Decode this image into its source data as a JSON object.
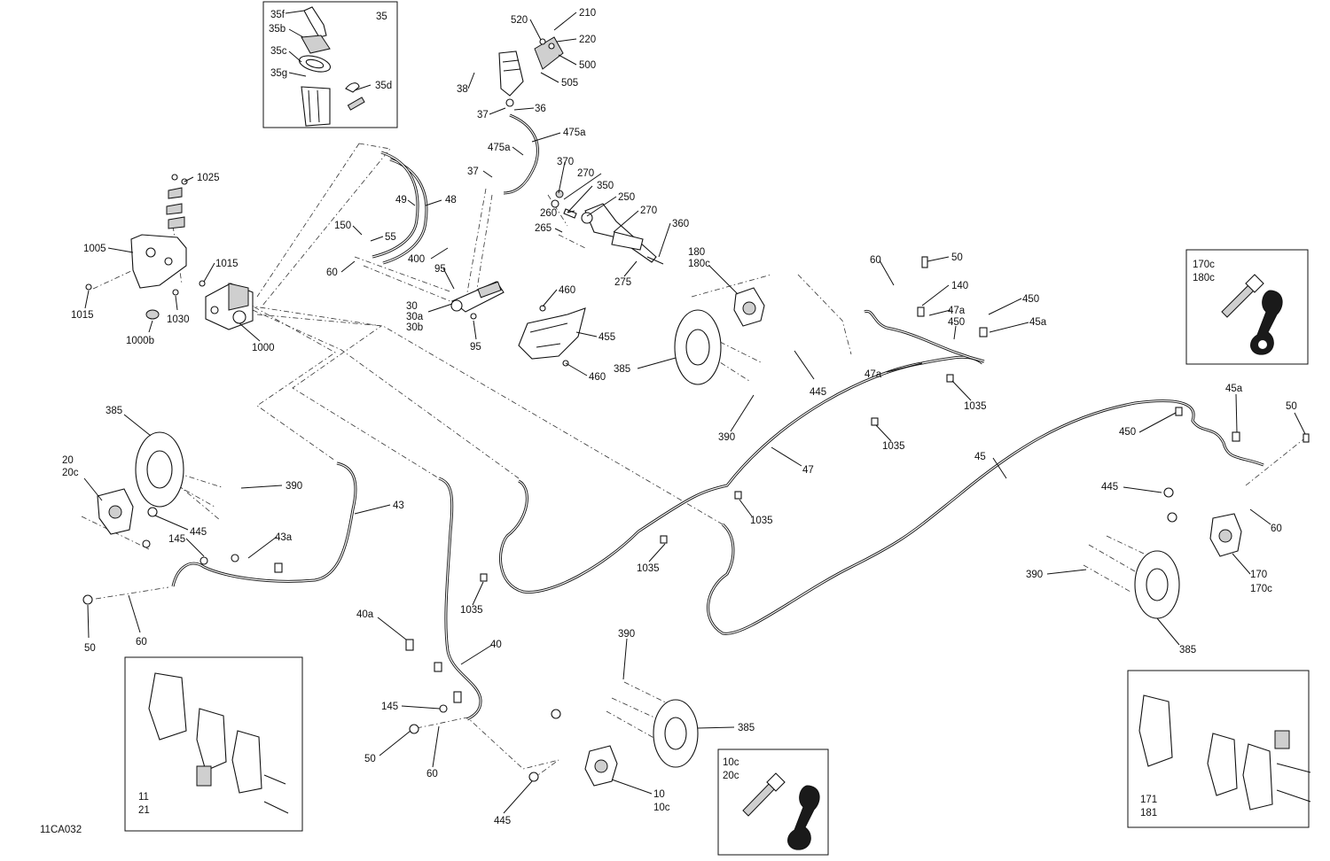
{
  "drawing_code": "11CA032",
  "callouts": {
    "c35f": "35f",
    "c35b": "35b",
    "c35": "35",
    "c35c": "35c",
    "c35g": "35g",
    "c35d": "35d",
    "c520": "520",
    "c210": "210",
    "c220": "220",
    "c500": "500",
    "c505": "505",
    "c38": "38",
    "c37a": "37",
    "c36": "36",
    "c475a_l": "475a",
    "c475a_r": "475a",
    "c37b": "37",
    "c370": "370",
    "c270a": "270",
    "c350": "350",
    "c250": "250",
    "c260": "260",
    "c270b": "270",
    "c265": "265",
    "c360": "360",
    "c275": "275",
    "c49": "49",
    "c48": "48",
    "c150": "150",
    "c55": "55",
    "c400": "400",
    "c60a": "60",
    "c95a": "95",
    "c30": "30",
    "c30a": "30a",
    "c30b": "30b",
    "c95b": "95",
    "c460a": "460",
    "c455": "455",
    "c460b": "460",
    "c1025": "1025",
    "c1005": "1005",
    "c1015a": "1015",
    "c1015b": "1015",
    "c1030": "1030",
    "c1000b": "1000b",
    "c1000": "1000",
    "c180": "180",
    "c180c": "180c",
    "c385a": "385",
    "c445a": "445",
    "c390a": "390",
    "c60b": "60",
    "c50a": "50",
    "c140": "140",
    "c47a_top": "47a",
    "c450a": "450",
    "c450b": "450",
    "c45a_a": "45a",
    "c47a_low": "47a",
    "c1035a": "1035",
    "c1035b": "1035",
    "c47": "47",
    "c45": "45",
    "c1035c": "1035",
    "c1035d": "1035",
    "c1035e": "1035",
    "c170c_box": "170c",
    "c180c_box": "180c",
    "c45a_b": "45a",
    "c50b": "50",
    "c450c": "450",
    "c445b": "445",
    "c60c": "60",
    "c390b": "390",
    "c170": "170",
    "c170c": "170c",
    "c385b": "385",
    "c385c": "385",
    "c20": "20",
    "c20c": "20c",
    "c390c": "390",
    "c445c": "445",
    "c145a": "145",
    "c43a": "43a",
    "c43": "43",
    "c50c": "50",
    "c60d": "60",
    "c11": "11",
    "c21": "21",
    "c40a": "40a",
    "c40": "40",
    "c145b": "145",
    "c50d": "50",
    "c60e": "60",
    "c445d": "445",
    "c390d": "390",
    "c385d": "385",
    "c10": "10",
    "c10c": "10c",
    "c10c_box": "10c",
    "c20c_box": "20c",
    "c171": "171",
    "c181": "181"
  }
}
